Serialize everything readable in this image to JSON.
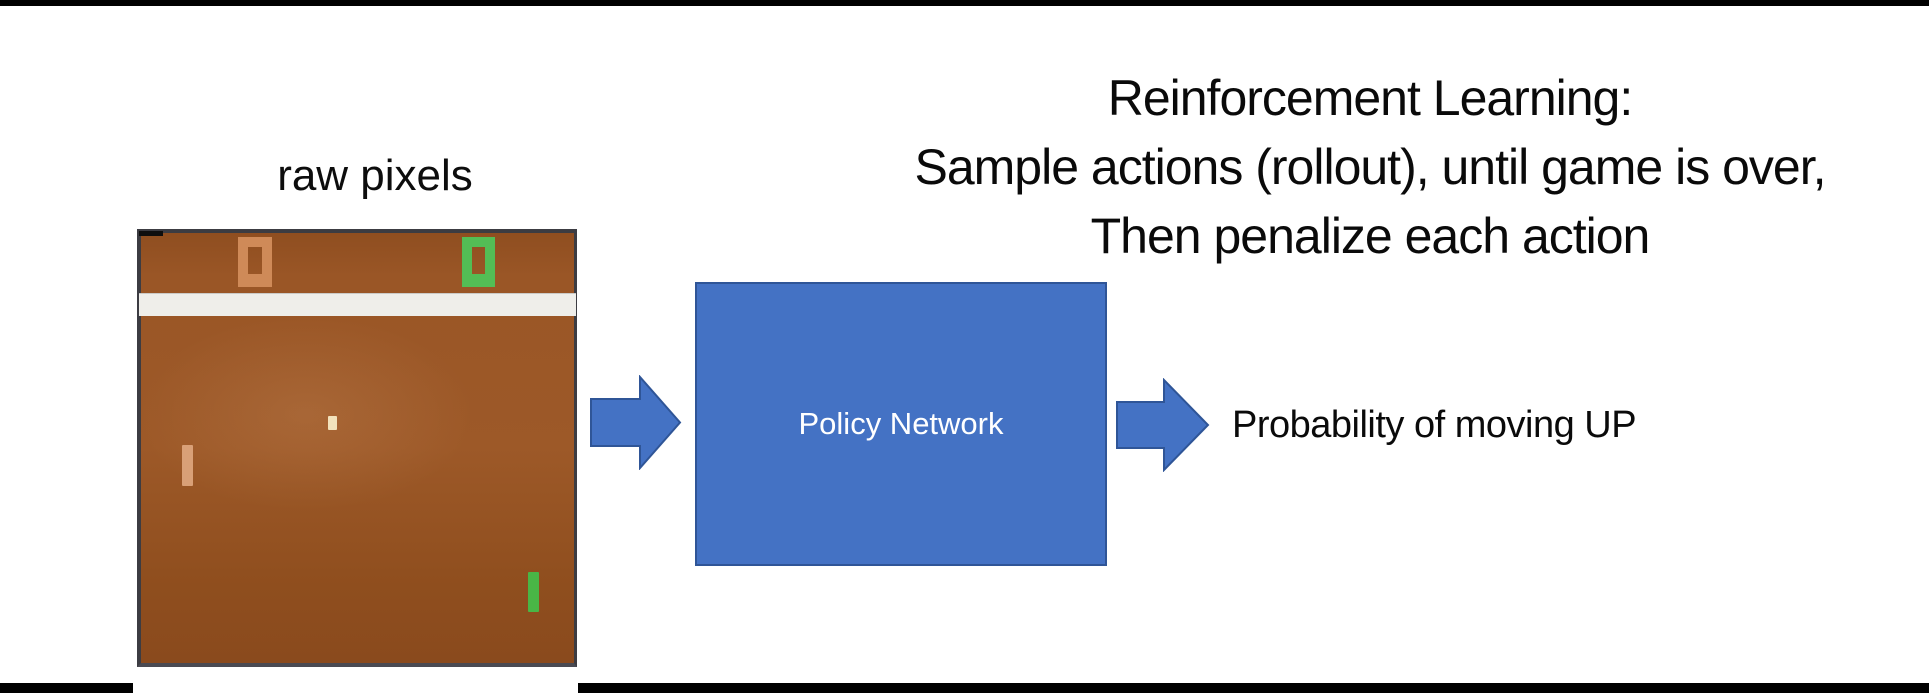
{
  "slide": {
    "background_color": "#ffffff",
    "top_bar_color": "#000000",
    "bottom_bar_color": "#000000"
  },
  "title": {
    "line1": "Reinforcement Learning:",
    "line2": "Sample actions (rollout), until game is over,",
    "line3": "Then penalize each action"
  },
  "game_figure": {
    "caption": "raw pixels",
    "field_color": "#9a5626",
    "frame_color": "#3c3c42",
    "divider_color": "#efeeea",
    "scores": {
      "left": {
        "value": "0",
        "color": "#cf8a58"
      },
      "right": {
        "value": "0",
        "color": "#53bd55"
      }
    },
    "ball": {
      "color": "#f2e2bc"
    },
    "paddles": {
      "left": {
        "color": "#d9a077"
      },
      "right": {
        "color": "#49b646"
      }
    }
  },
  "pipeline": {
    "policy_box": {
      "label": "Policy Network",
      "fill": "#4472c4",
      "border_color": "#2f5597",
      "text_color": "#ffffff"
    },
    "arrow_color": "#4472c4",
    "arrow_border_color": "#2f5597",
    "output_label": "Probability of moving UP"
  }
}
